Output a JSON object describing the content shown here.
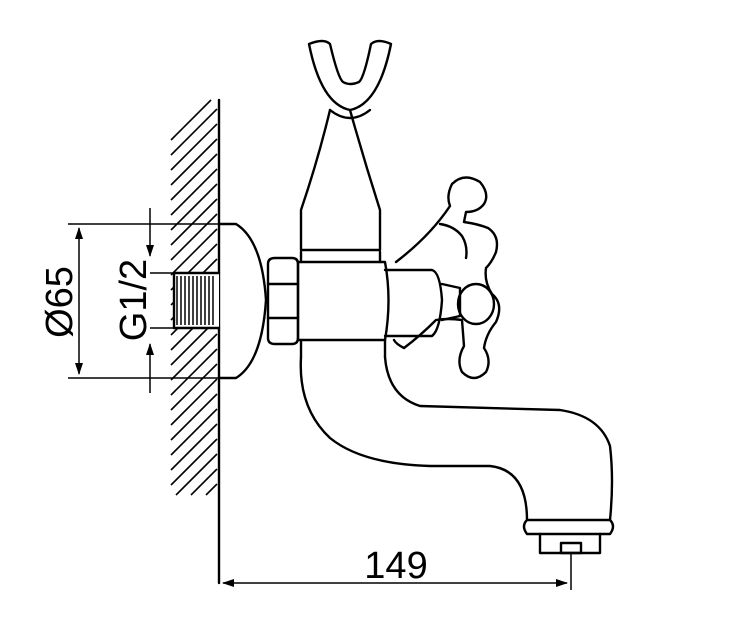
{
  "dimensions": {
    "spout_reach": "149",
    "flange_diameter": "Ø65",
    "thread_size": "G1/2"
  },
  "colors": {
    "line": "#000000",
    "background": "#ffffff"
  }
}
